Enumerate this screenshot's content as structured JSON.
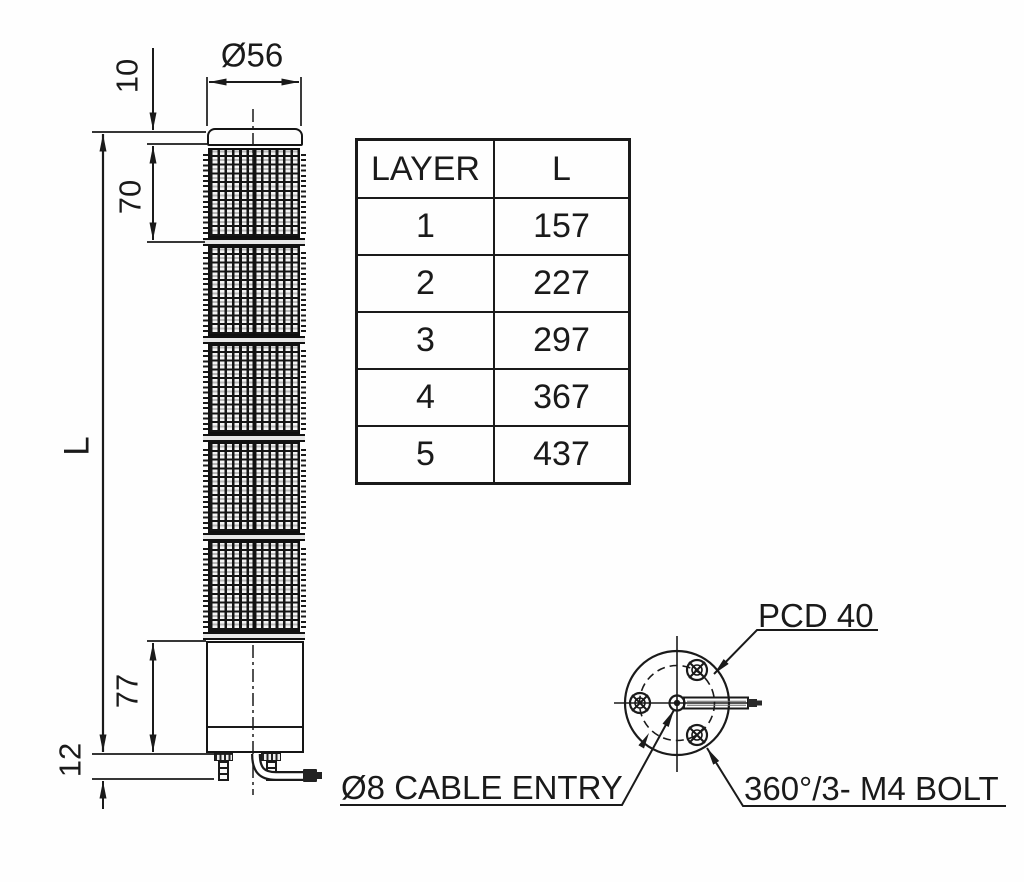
{
  "drawing": {
    "top_diameter_label": "Ø56",
    "cap_height_label": "10",
    "lens_height_label": "70",
    "total_height_label": "L",
    "base_height_label": "77",
    "stud_height_label": "12",
    "pcd_label": "PCD 40",
    "cable_entry_label": "Ø8 CABLE ENTRY",
    "bolt_label": "360°/3- M4 BOLT"
  },
  "table": {
    "headers": [
      "LAYER",
      "L"
    ],
    "rows": [
      [
        "1",
        "157"
      ],
      [
        "2",
        "227"
      ],
      [
        "3",
        "297"
      ],
      [
        "4",
        "367"
      ],
      [
        "5",
        "437"
      ]
    ]
  },
  "colors": {
    "line": "#1a1a1a",
    "background": "#ffffff"
  }
}
